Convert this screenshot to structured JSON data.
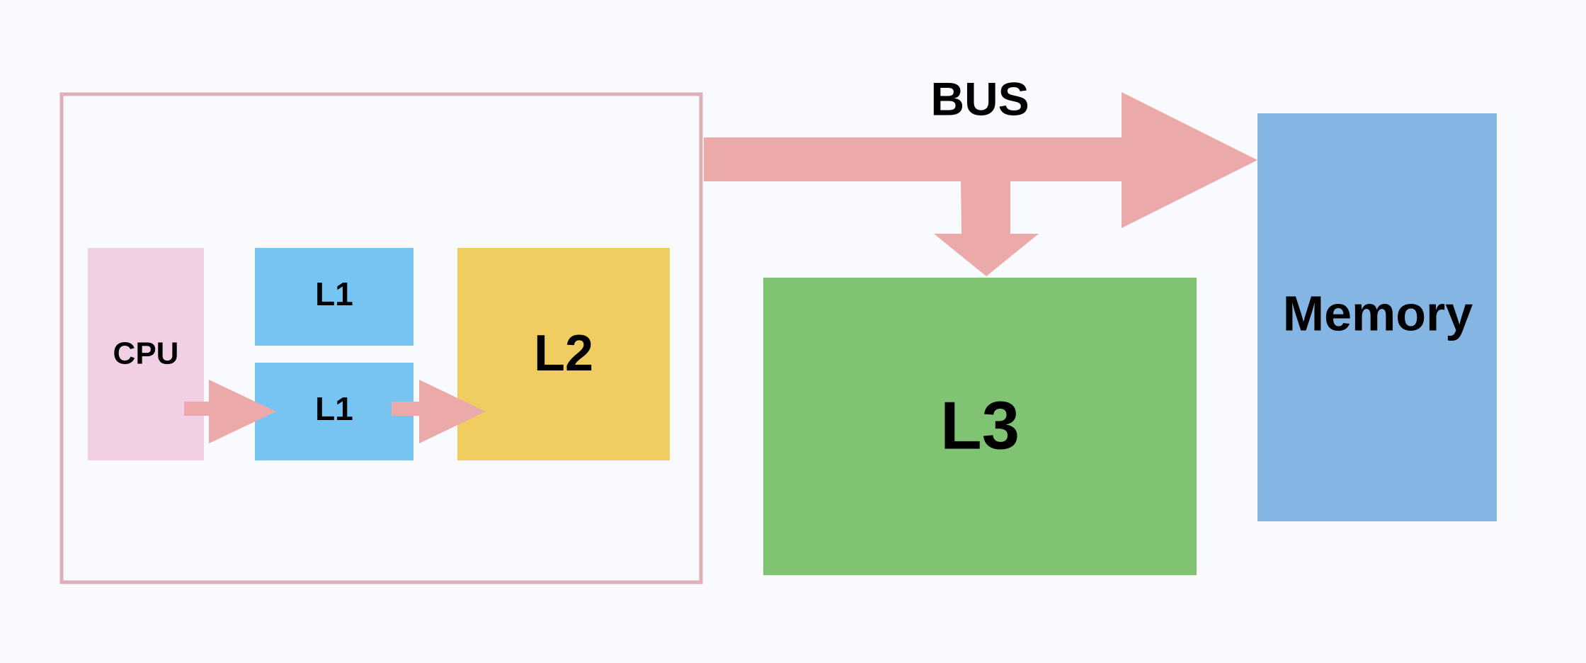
{
  "diagram": {
    "labels": {
      "cpu": "CPU",
      "l1_top": "L1",
      "l1_bottom": "L1",
      "l2": "L2",
      "l3": "L3",
      "memory": "Memory",
      "bus": "BUS"
    },
    "colors": {
      "background": "#f9fafe",
      "container_border": "#dfafb8",
      "cpu": "#f1d0e6",
      "l1": "#77c3f1",
      "l2": "#efcd60",
      "l3": "#80c372",
      "memory": "#84b5e3",
      "arrow": "#eba9a9"
    }
  }
}
